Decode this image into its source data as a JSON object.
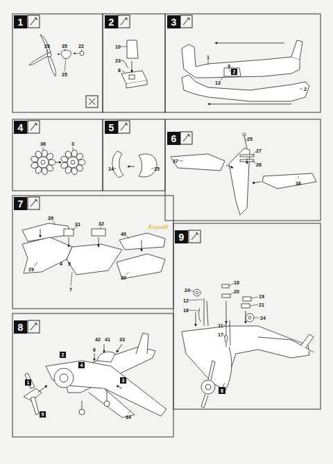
{
  "diagram": {
    "nodes": [
      {
        "text": [
          "1"
        ]
      },
      {
        "text": [
          "2"
        ]
      },
      {
        "text": [
          "3"
        ]
      },
      {
        "text": [
          "4"
        ]
      },
      {
        "text": [
          "5"
        ]
      },
      {
        "text": [
          "6"
        ]
      },
      {
        "text": [
          "7"
        ]
      },
      {
        "text": [
          "8"
        ]
      },
      {
        "text": [
          "9"
        ]
      },
      {
        "text": [
          "2"
        ]
      },
      {
        "text": [
          "2"
        ]
      },
      {
        "text": [
          "1"
        ]
      },
      {
        "text": [
          "4"
        ]
      },
      {
        "text": [
          "3"
        ]
      },
      {
        "text": [
          "5"
        ]
      },
      {
        "text": [
          "8"
        ]
      }
    ],
    "labels": [
      "28",
      "35",
      "22",
      "25",
      "10",
      "23",
      "8",
      "1",
      "9",
      "13",
      "2",
      "36",
      "3",
      "14",
      "15",
      "25",
      "27",
      "26",
      "37",
      "38",
      "39",
      "31",
      "32",
      "40",
      "29",
      "4",
      "5",
      "7",
      "30",
      "42",
      "41",
      "33",
      "6",
      "34",
      "18",
      "20",
      "19",
      "21",
      "24",
      "24",
      "12",
      "16",
      "11",
      "17",
      "Kopad8"
    ]
  }
}
